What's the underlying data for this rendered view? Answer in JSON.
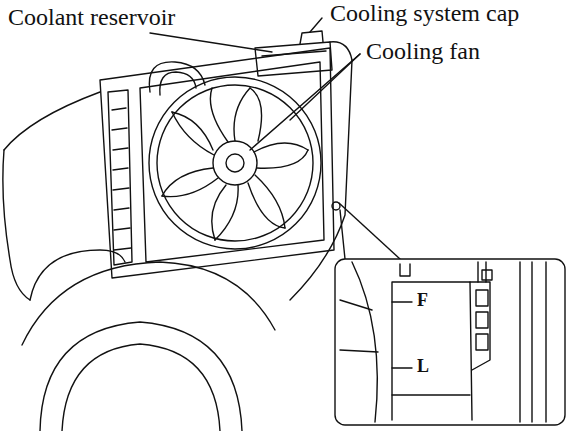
{
  "diagram": {
    "labels": [
      "Coolant reservoir",
      "Cooling system cap",
      "Cooling fan",
      "F",
      "L"
    ]
  }
}
